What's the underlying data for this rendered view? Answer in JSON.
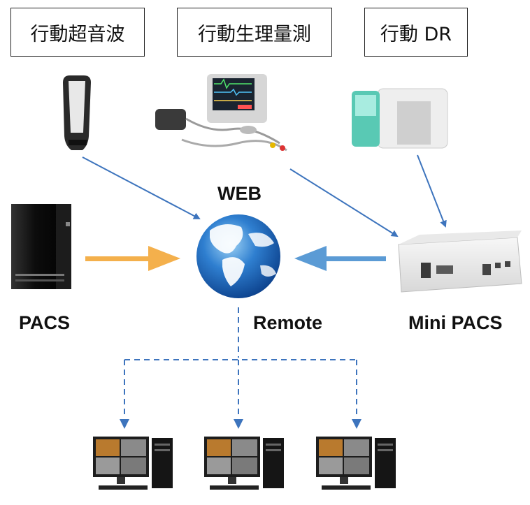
{
  "header_boxes": {
    "ultrasound": "行動超音波",
    "physio": "行動生理量測",
    "dr": "行動 DR"
  },
  "labels": {
    "web": "WEB",
    "pacs": "PACS",
    "remote": "Remote",
    "mini_pacs": "Mini PACS"
  },
  "colors": {
    "connector_blue": "#3d74bd",
    "pacs_arrow": "#f4b04c",
    "mini_pacs_arrow": "#5b9bd5",
    "dashed_blue": "#3d74bd"
  },
  "workstations": [
    {
      "name": "workstation-1"
    },
    {
      "name": "workstation-2"
    },
    {
      "name": "workstation-3"
    }
  ]
}
